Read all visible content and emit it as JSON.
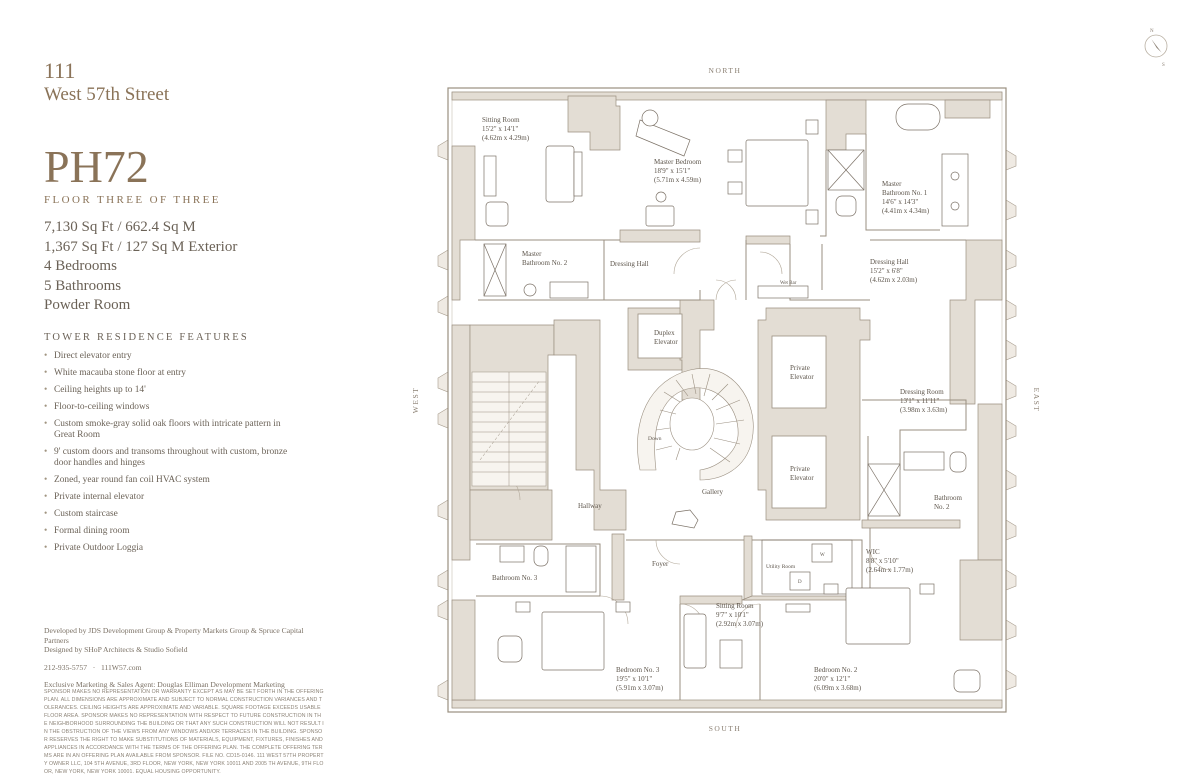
{
  "building": {
    "number": "111",
    "street": "West 57th Street"
  },
  "unit": {
    "name": "PH72",
    "floor": "FLOOR THREE OF THREE"
  },
  "stats": [
    "7,130 Sq Ft / 662.4 Sq M",
    "1,367 Sq Ft / 127 Sq M Exterior",
    "4 Bedrooms",
    "5 Bathrooms",
    "Powder Room"
  ],
  "features_title": "TOWER RESIDENCE FEATURES",
  "features": [
    "Direct elevator entry",
    "White macauba stone floor at entry",
    "Ceiling heights up to 14'",
    "Floor-to-ceiling windows",
    "Custom smoke-gray solid oak floors with intricate pattern in Great Room",
    "9' custom doors and transoms throughout with custom, bronze door handles and hinges",
    "Zoned, year round fan coil HVAC system",
    "Private internal elevator",
    "Custom staircase",
    "Formal dining room",
    "Private Outdoor Loggia"
  ],
  "credits": {
    "developed_by": "Developed by JDS Development Group & Property Markets Group & Spruce Capital Partners",
    "designed_by": "Designed by SHoP Architects & Studio Sofield",
    "phone": "212-935-5757",
    "website": "111W57.com",
    "marketing": "Exclusive Marketing & Sales Agent: Douglas Elliman Development Marketing"
  },
  "disclaimer": "SPONSOR MAKES NO REPRESENTATION OR WARRANTY EXCEPT AS MAY BE SET FORTH IN THE OFFERING PLAN. ALL DIMENSIONS ARE APPROXIMATE AND SUBJECT TO NORMAL CONSTRUCTION VARIANCES AND TOLERANCES. CEILING HEIGHTS ARE APPROXIMATE AND VARIABLE. SQUARE FOOTAGE EXCEEDS USABLE FLOOR AREA. SPONSOR MAKES NO REPRESENTATION WITH RESPECT TO FUTURE CONSTRUCTION IN THE NEIGHBORHOOD SURROUNDING THE BUILDING OR THAT ANY SUCH CONSTRUCTION WILL NOT RESULT IN THE OBSTRUCTION OF THE VIEWS FROM ANY WINDOWS AND/OR TERRACES IN THE BUILDING. SPONSOR RESERVES THE RIGHT TO MAKE SUBSTITUTIONS OF MATERIALS, EQUIPMENT, FIXTURES, FINISHES AND APPLIANCES IN ACCORDANCE WITH THE TERMS OF THE OFFERING PLAN. THE COMPLETE OFFERING TERMS ARE IN AN OFFERING PLAN AVAILABLE FROM SPONSOR. FILE NO. CD15-0146. 111 WEST 57TH PROPERTY OWNER LLC, 104 5TH AVENUE, 3RD FLOOR, NEW YORK, NEW YORK 10011 AND 2005 TH AVENUE, 9TH FLOOR, NEW YORK, NEW YORK 10001. EQUAL HOUSING OPPORTUNITY.",
  "compass": {
    "north": "NORTH",
    "south": "SOUTH",
    "east": "EAST",
    "west": "WEST",
    "n": "N",
    "s": "S"
  },
  "rooms": {
    "sitting_room_n": {
      "name": "Sitting Room",
      "dim1": "15'2\" x 14'1\"",
      "dim2": "(4.62m x 4.29m)"
    },
    "master_bedroom": {
      "name": "Master Bedroom",
      "dim1": "18'9\" x 15'1\"",
      "dim2": "(5.71m x 4.59m)"
    },
    "master_bath_1": {
      "name1": "Master",
      "name2": "Bathroom No. 1",
      "dim1": "14'6\" x 14'3\"",
      "dim2": "(4.41m x 4.34m)"
    },
    "master_bath_2": {
      "name1": "Master",
      "name2": "Bathroom No. 2"
    },
    "dressing_hall_w": {
      "name": "Dressing Hall"
    },
    "dressing_hall_e": {
      "name": "Dressing Hall",
      "dim1": "15'2\" x 6'8\"",
      "dim2": "(4.62m x 2.03m)"
    },
    "wet_bar": {
      "name": "Wet Bar"
    },
    "duplex_elevator": {
      "name1": "Duplex",
      "name2": "Elevator"
    },
    "private_elevator_1": {
      "name1": "Private",
      "name2": "Elevator"
    },
    "private_elevator_2": {
      "name1": "Private",
      "name2": "Elevator"
    },
    "dressing_room": {
      "name": "Dressing Room",
      "dim1": "13'1\" x 11'11\"",
      "dim2": "(3.98m x 3.63m)"
    },
    "down": {
      "name": "Down"
    },
    "gallery": {
      "name": "Gallery"
    },
    "hallway": {
      "name": "Hallway"
    },
    "bathroom_2": {
      "name1": "Bathroom",
      "name2": "No. 2"
    },
    "wic": {
      "name": "WIC",
      "dim1": "8'8\" x 5'10\"",
      "dim2": "(2.64m x 1.77m)"
    },
    "utility_room": {
      "name": "Utility Room",
      "w": "W",
      "d": "D"
    },
    "foyer": {
      "name": "Foyer"
    },
    "bathroom_3": {
      "name": "Bathroom No. 3"
    },
    "sitting_room_s": {
      "name": "Sitting Room",
      "dim1": "9'7\" x 10'1\"",
      "dim2": "(2.92m x 3.07m)"
    },
    "bedroom_3": {
      "name": "Bedroom No. 3",
      "dim1": "19'5\" x 10'1\"",
      "dim2": "(5.91m x 3.07m)"
    },
    "bedroom_2": {
      "name": "Bedroom No. 2",
      "dim1": "20'0\" x 12'1\"",
      "dim2": "(6.09m x 3.68m)"
    }
  },
  "colors": {
    "wall": "#e3ddd4",
    "wall_line": "#9a8f80",
    "accent": "#8a7358",
    "text": "#6b6257",
    "furniture": "#7c7267"
  }
}
